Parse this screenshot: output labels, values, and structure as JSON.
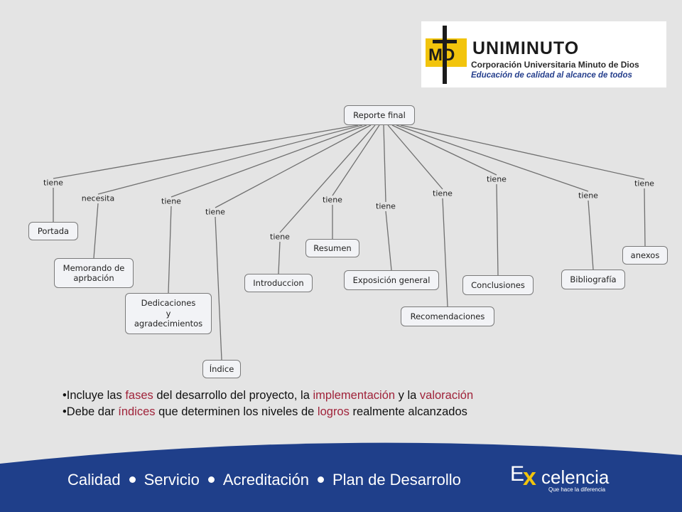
{
  "logo": {
    "initials": "MD",
    "brand": "UNIMINUTO",
    "line1": "Corporación Universitaria Minuto de Dios",
    "line2": "Educación de calidad al alcance de todos"
  },
  "diagram": {
    "root": "Reporte final",
    "branches": [
      {
        "label": "tiene",
        "node": "Portada"
      },
      {
        "label": "necesita",
        "node": "Memorando de\naprbación"
      },
      {
        "label": "tiene",
        "node": "Dedicaciones\ny\nagradecimientos"
      },
      {
        "label": "tiene",
        "node": "Índice"
      },
      {
        "label": "tiene",
        "node": "Introduccion"
      },
      {
        "label": "tiene",
        "node": "Resumen"
      },
      {
        "label": "tiene",
        "node": "Exposición general"
      },
      {
        "label": "tiene",
        "node": "Recomendaciones"
      },
      {
        "label": "tiene",
        "node": "Conclusiones"
      },
      {
        "label": "tiene",
        "node": "Bibliografía"
      },
      {
        "label": "tiene",
        "node": "anexos"
      }
    ]
  },
  "bullets": [
    {
      "parts": [
        {
          "text": "•Incluye las ",
          "hl": false
        },
        {
          "text": "fases",
          "hl": true
        },
        {
          "text": " del  desarrollo del proyecto, la ",
          "hl": false
        },
        {
          "text": "implementación",
          "hl": true
        },
        {
          "text": " y la ",
          "hl": false
        },
        {
          "text": "valoración",
          "hl": true
        }
      ]
    },
    {
      "parts": [
        {
          "text": "•Debe dar ",
          "hl": false
        },
        {
          "text": "índices",
          "hl": true
        },
        {
          "text": " que  determinen los niveles de ",
          "hl": false
        },
        {
          "text": "logros",
          "hl": true
        },
        {
          "text": " realmente alcanzados",
          "hl": false
        }
      ]
    }
  ],
  "footer": {
    "values": [
      "Calidad",
      "Servicio",
      "Acreditación",
      "Plan de Desarrollo"
    ],
    "brand_e": "E",
    "brand_x": "x",
    "brand_rest": "celencia",
    "tagline": "Que hace la diferencia"
  },
  "colors": {
    "background": "#e4e4e4",
    "highlight": "#a0233a",
    "footer_blue": "#1f3f8a",
    "accent_yellow": "#f2c40c"
  }
}
